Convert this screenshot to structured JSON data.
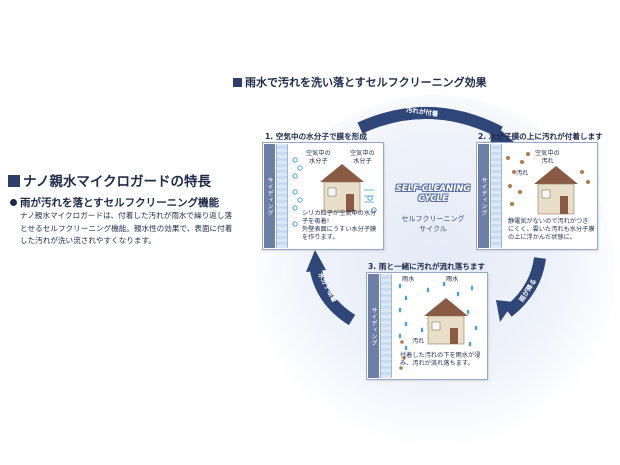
{
  "main_title": "雨水で汚れを洗い落とすセルフクリーニング効果",
  "feature": {
    "title": "ナノ親水マイクロガードの特長",
    "subtitle": "雨が汚れを落とすセルフクリーニング機能",
    "body_lines": [
      "ナノ親水マイクロガードは、付着した汚れが雨水で繰り返し落",
      "とせるセルフクリーニング機能。親水性の効果で、表面に付着",
      "した汚れが洗い流されやすくなります。"
    ]
  },
  "cycle": {
    "title_en_1": "SELF-CLEANING",
    "title_en_2": "CYCLE",
    "title_ja_1": "セルフクリーニング",
    "title_ja_2": "サイクル"
  },
  "arrows": {
    "top": "汚れが付着",
    "right": "雨が降る",
    "left": "水分子吸着"
  },
  "panels": {
    "p1": {
      "title": "1. 空気中の水分子で膜を形成",
      "label_a_1": "空気中の",
      "label_a_2": "水分子",
      "label_b_1": "空気中の",
      "label_b_2": "水分子",
      "note_lines": [
        "シリカ粒子が空気中の水分",
        "子を吸着!",
        "外壁表面にうすい水分子膜",
        "を作ります。"
      ],
      "siding": "サイディング"
    },
    "p2": {
      "title": "2. 水分子膜の上に汚れが付着します",
      "label_a_1": "空気中の",
      "label_a_2": "汚れ",
      "label_dirt": "汚れ",
      "note_lines": [
        "静電気がないので汚れがつき",
        "にくく、雲いた汚れも水分子膜",
        "の上に浮かんだ状態に。"
      ],
      "siding": "サイディング"
    },
    "p3": {
      "title": "3. 雨と一緒に汚れが流れ落ちます",
      "label_rain_1": "雨水",
      "label_rain_2": "雨水",
      "label_dirt": "汚れ",
      "note_lines": [
        "付着した汚れの下を雨水が浸",
        "み、汚れが流れ落ちます。"
      ],
      "siding": "サイディング"
    }
  },
  "colors": {
    "navy": "#1e2a4a",
    "arrow": "#2f4778",
    "wall": "#e9dfc8",
    "roof": "#8a5a44",
    "water": "#4aa3d8",
    "dirt": "#b07a4a"
  }
}
